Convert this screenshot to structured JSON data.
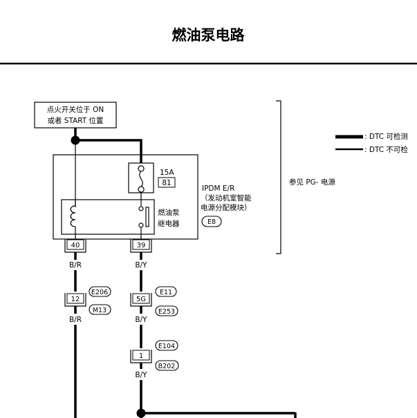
{
  "title": "燃油泵电路",
  "ignition": {
    "line1": "点火开关位于 ON",
    "line2": "或者 START 位置"
  },
  "fuse": {
    "rating": "15A",
    "number": "81"
  },
  "ipdm": {
    "line1": "IPDM E/R",
    "line2": "（发动机室智能",
    "line3": "电源分配模块）",
    "connector": "E8"
  },
  "relay": {
    "line1": "燃油泵",
    "line2": "继电器"
  },
  "reference": "参见 PG- 电源",
  "legend": {
    "thick": ": DTC 可检测",
    "thin": ": DTC 不可检"
  },
  "left_branch": {
    "terminal": "40",
    "wire1": "B/R",
    "joint_pin": "12",
    "conn_top": "E206",
    "conn_bottom": "M13",
    "wire2": "B/R"
  },
  "right_branch": {
    "terminal": "39",
    "wire1": "B/Y",
    "joint_pin": "5G",
    "conn_top": "E11",
    "conn_bottom": "E253",
    "wire2": "B/Y",
    "joint2_pin": "1",
    "conn2_top": "E104",
    "conn2_bottom": "B202",
    "wire3": "B/Y"
  }
}
